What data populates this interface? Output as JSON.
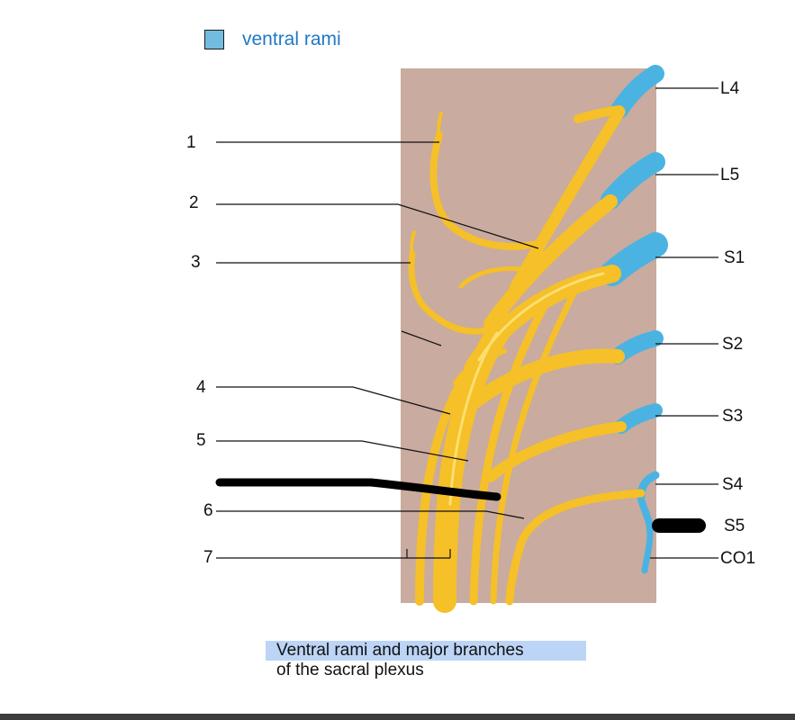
{
  "legend": {
    "swatch_color": "#72bddf",
    "label": "ventral rami"
  },
  "number_labels": [
    "1",
    "2",
    "3",
    "4",
    "5",
    "6",
    "7"
  ],
  "root_labels": [
    "L4",
    "L5",
    "S1",
    "S2",
    "S3",
    "S4",
    "S5",
    "CO1"
  ],
  "caption": {
    "line1": "Ventral rami and major branches",
    "line2": "of the sacral plexus"
  },
  "colors": {
    "background_panel": "#c9ab9f",
    "nerve": "#f5c028",
    "nerve_highlight": "#fde27a",
    "ventral_rami": "#4bb3e2",
    "leader_line": "#111111",
    "redaction_marker": "#000000"
  }
}
